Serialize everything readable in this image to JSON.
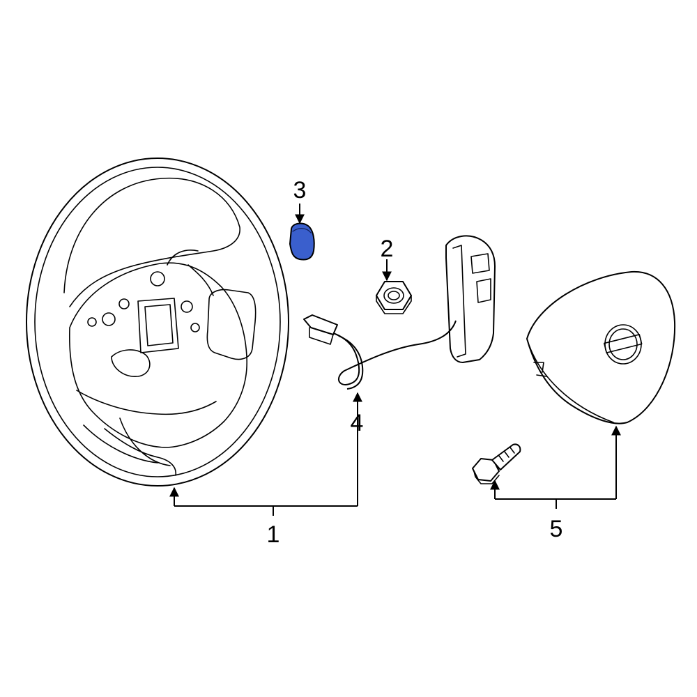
{
  "colors": {
    "highlight": "#3a5fcd",
    "line": "#000000",
    "background": "#ffffff"
  },
  "callouts": [
    {
      "id": "1",
      "label": "1"
    },
    {
      "id": "2",
      "label": "2"
    },
    {
      "id": "3",
      "label": "3"
    },
    {
      "id": "4",
      "label": "4"
    },
    {
      "id": "5",
      "label": "5"
    }
  ]
}
